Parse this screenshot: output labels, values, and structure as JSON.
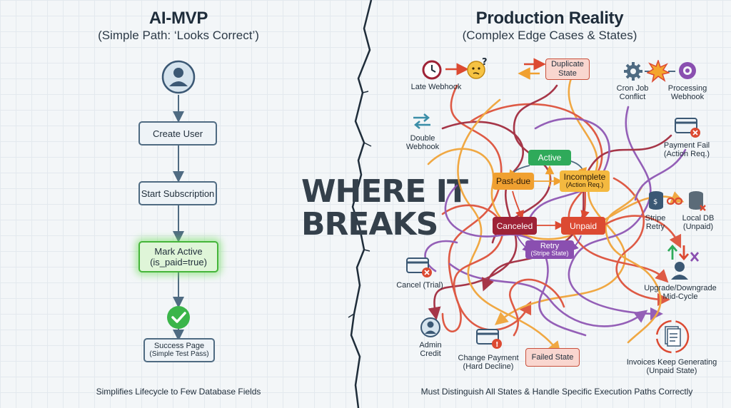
{
  "left": {
    "title": "AI-MVP",
    "subtitle": "(Simple Path: ‘Looks Correct’)",
    "steps": [
      "Create User",
      "Start Subscription"
    ],
    "mark_active": {
      "line1": "Mark Active",
      "line2": "(is_paid=true)"
    },
    "success": {
      "line1": "Success Page",
      "line2": "(Simple Test Pass)"
    },
    "caption": "Simplifies Lifecycle to Few Database Fields",
    "icons": [
      "user-icon",
      "check-circle-icon"
    ]
  },
  "center": {
    "line1": "WHERE IT",
    "line2": "BREAKS"
  },
  "right": {
    "title": "Production Reality",
    "subtitle": "(Complex Edge Cases & States)",
    "states": {
      "active": "Active",
      "past_due": "Past-due",
      "incomplete": {
        "line1": "Incomplete",
        "line2": "(Action Req.)"
      },
      "canceled": "Canceled",
      "unpaid": "Unpaid",
      "retry": {
        "line1": "Retry",
        "line2": "(Stripe State)"
      }
    },
    "edge_cases": {
      "late_webhook": "Late Webhook",
      "duplicate_state": {
        "line1": "Duplicate",
        "line2": "State"
      },
      "cron_job_conflict": {
        "line1": "Cron Job",
        "line2": "Conflict"
      },
      "processing_webhook": {
        "line1": "Processing",
        "line2": "Webhook"
      },
      "double_webhook": {
        "line1": "Double",
        "line2": "Webhook"
      },
      "payment_fail": {
        "line1": "Payment Fail",
        "line2": "(Action Req.)"
      },
      "stripe_retry": {
        "line1": "Stripe",
        "line2": "Retry"
      },
      "local_db": {
        "line1": "Local DB",
        "line2": "(Unpaid)"
      },
      "cancel_trial": "Cancel (Trial)",
      "upgrade_downgrade": {
        "line1": "Upgrade/Downgrade",
        "line2": "Mid-Cycle"
      },
      "admin_credit": {
        "line1": "Admin",
        "line2": "Credit"
      },
      "change_payment": {
        "line1": "Change Payment",
        "line2": "(Hard Decline)"
      },
      "failed_state": "Failed State",
      "invoices": {
        "line1": "Invoices Keep Generating",
        "line2": "(Unpaid State)"
      }
    },
    "caption": "Must Distinguish All States & Handle Specific Execution Paths Correctly",
    "icons": [
      "clock-icon",
      "thinking-face-icon",
      "gear-icon",
      "explosion-icon",
      "processing-gear-icon",
      "swap-arrows-icon",
      "card-error-icon",
      "database-icon",
      "broken-link-icon",
      "user-icon",
      "invoice-stack-icon"
    ]
  },
  "colors": {
    "active": "#2faa5a",
    "past_due": "#f0a030",
    "incomplete": "#f4b940",
    "canceled": "#9e2236",
    "unpaid": "#dc4a32",
    "retry": "#8a4fb0",
    "glow": "#45b53a",
    "arrow": "#4f6b82"
  }
}
